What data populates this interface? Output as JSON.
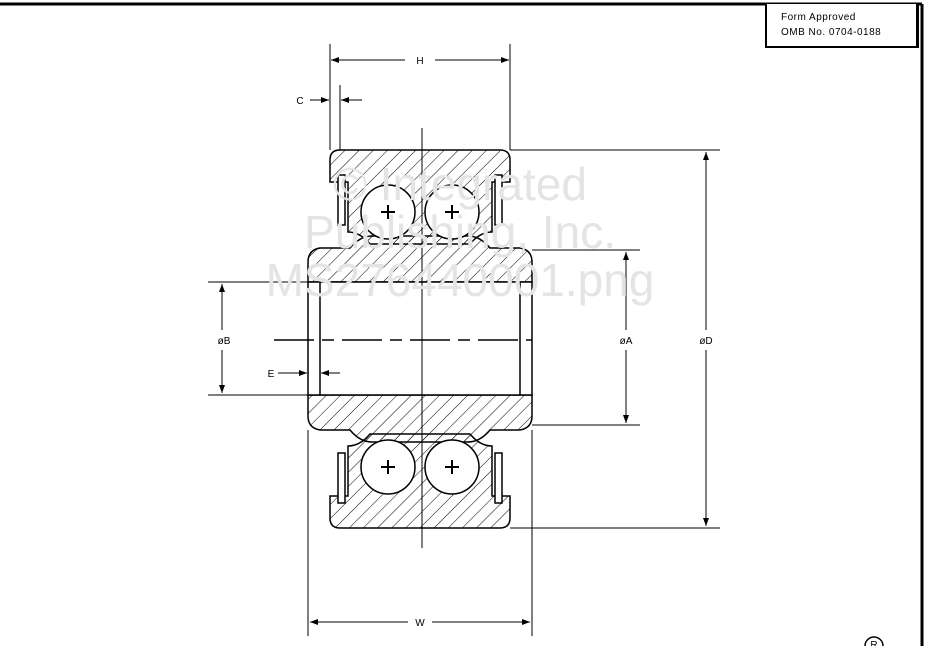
{
  "form_box": {
    "line1": "Form Approved",
    "line2": "OMB No. 0704-0188"
  },
  "dimensions": {
    "H": "H",
    "C": "C",
    "B": "øB",
    "E": "E",
    "A": "øA",
    "D": "øD",
    "W": "W"
  },
  "watermark": {
    "line1": "© Integrated",
    "line2": "Publishing, Inc.",
    "line3": "MS276440001.png"
  },
  "registered_mark": "R"
}
